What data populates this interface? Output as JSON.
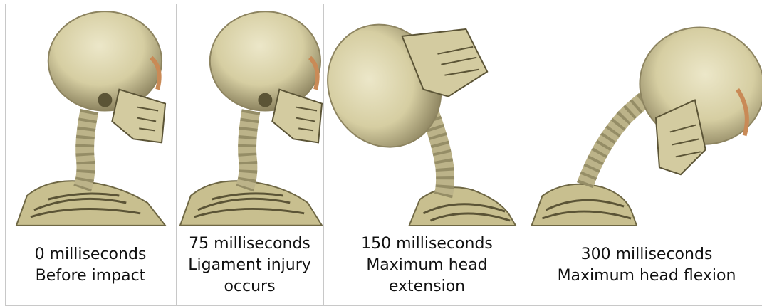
{
  "frames": [
    {
      "time": "0 milliseconds",
      "lines": [
        "Before impact"
      ]
    },
    {
      "time": "75 milliseconds",
      "lines": [
        "Ligament injury",
        "occurs"
      ]
    },
    {
      "time": "150 milliseconds",
      "lines": [
        "Maximum head",
        "extension"
      ]
    },
    {
      "time": "300 milliseconds",
      "lines": [
        "Maximum head flexion"
      ]
    }
  ],
  "colors": {
    "bone": "#d9d2a8",
    "bone_shadow": "#8d8460",
    "bone_dark": "#5b5436",
    "grid": "#c8c8c8"
  },
  "icons": [
    "skull-neck-neutral",
    "skull-neck-neutral",
    "skull-neck-extension",
    "skull-neck-flexion"
  ]
}
